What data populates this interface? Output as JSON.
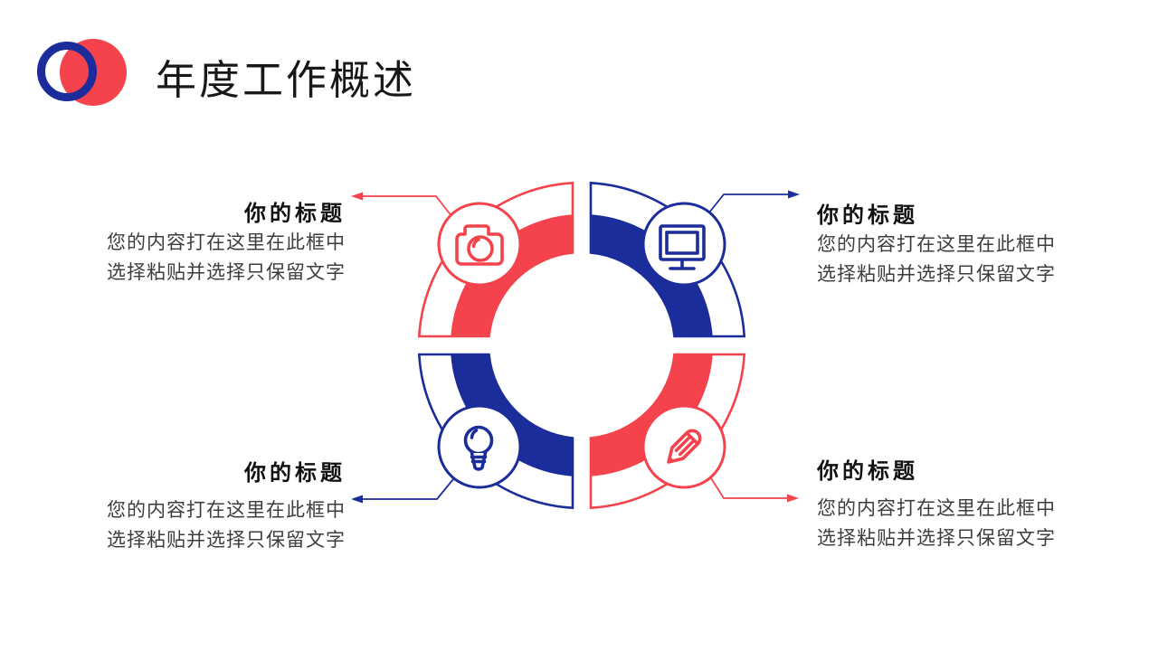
{
  "slide": {
    "title": "年度工作概述"
  },
  "colors": {
    "red": "#f4434c",
    "blue": "#1b2c9b",
    "title_text": "#181818",
    "body_text": "#3d3d3d"
  },
  "logo": {
    "shapes": [
      "blue-ring",
      "red-circle"
    ]
  },
  "diagram": {
    "type": "four-quadrant-ring",
    "quadrants": [
      {
        "position": "top-left",
        "color": "red",
        "icon": "camera-icon"
      },
      {
        "position": "top-right",
        "color": "blue",
        "icon": "monitor-icon"
      },
      {
        "position": "bottom-left",
        "color": "blue",
        "icon": "lightbulb-icon"
      },
      {
        "position": "bottom-right",
        "color": "red",
        "icon": "pencil-icon"
      }
    ]
  },
  "blocks": [
    {
      "position": "top-left",
      "title": "你的标题",
      "body": [
        "您的内容打在这里在此框中",
        "选择粘贴并选择只保留文字"
      ]
    },
    {
      "position": "top-right",
      "title": "你的标题",
      "body": [
        "您的内容打在这里在此框中",
        "选择粘贴并选择只保留文字"
      ]
    },
    {
      "position": "bottom-left",
      "title": "你的标题",
      "body": [
        "您的内容打在这里在此框中",
        "选择粘贴并选择只保留文字"
      ]
    },
    {
      "position": "bottom-right",
      "title": "你的标题",
      "body": [
        "您的内容打在这里在此框中",
        "选择粘贴并选择只保留文字"
      ]
    }
  ]
}
